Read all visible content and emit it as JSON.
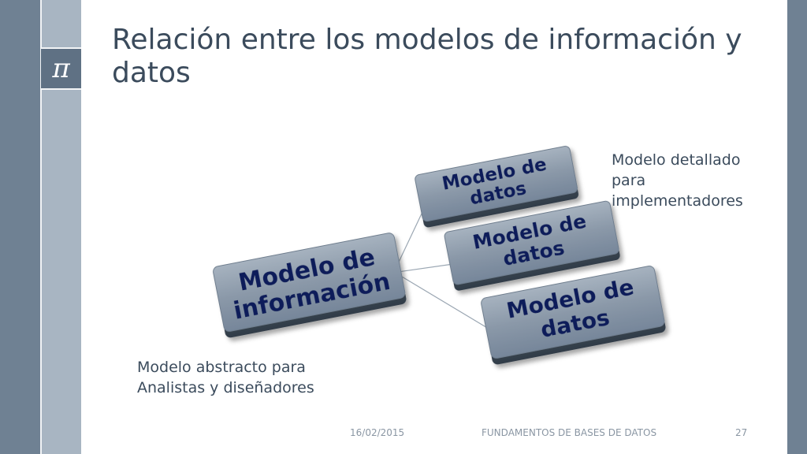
{
  "slide": {
    "title": "Relación entre los modelos de información y datos",
    "icon": "pi-icon",
    "pi_symbol": "π"
  },
  "diagram": {
    "main_box": {
      "line1": "Modelo de",
      "line2": "información"
    },
    "data_boxes": [
      {
        "line1": "Modelo de",
        "line2": "datos"
      },
      {
        "line1": "Modelo de",
        "line2": "datos"
      },
      {
        "line1": "Modelo de",
        "line2": "datos"
      }
    ]
  },
  "callouts": {
    "top": "Modelo detallado\npara\nimplementadores",
    "bottom": "Modelo abstracto para\nAnalistas y diseñadores"
  },
  "footer": {
    "date": "16/02/2015",
    "title": "FUNDAMENTOS DE BASES DE DATOS",
    "page": "27"
  },
  "colors": {
    "strip_dark": "#6f8193",
    "strip_light": "#a8b5c2",
    "tile_face": "#8c9aaa",
    "tile_text": "#0f1f5a",
    "title_text": "#3b4b5c"
  }
}
